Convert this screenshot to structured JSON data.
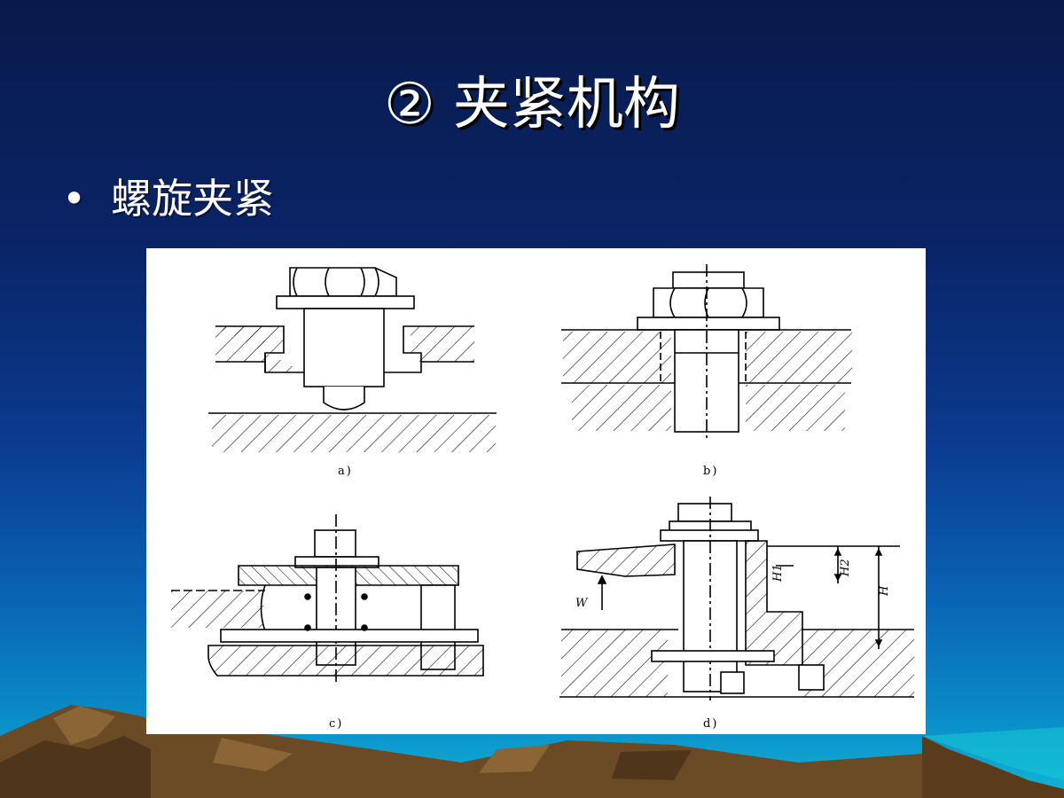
{
  "slide": {
    "title": "② 夹紧机构",
    "bullet": "螺旋夹紧"
  },
  "figure": {
    "captions": [
      "a)",
      "b)",
      "c)",
      "d)"
    ],
    "labels": {
      "force": "W",
      "h1": "H1",
      "h2": "H2",
      "h": "H"
    }
  },
  "colors": {
    "background_top": "#071a4a",
    "background_bottom": "#10b7d6",
    "mountain": "#6b4a26",
    "title_text": "#ffffff"
  }
}
